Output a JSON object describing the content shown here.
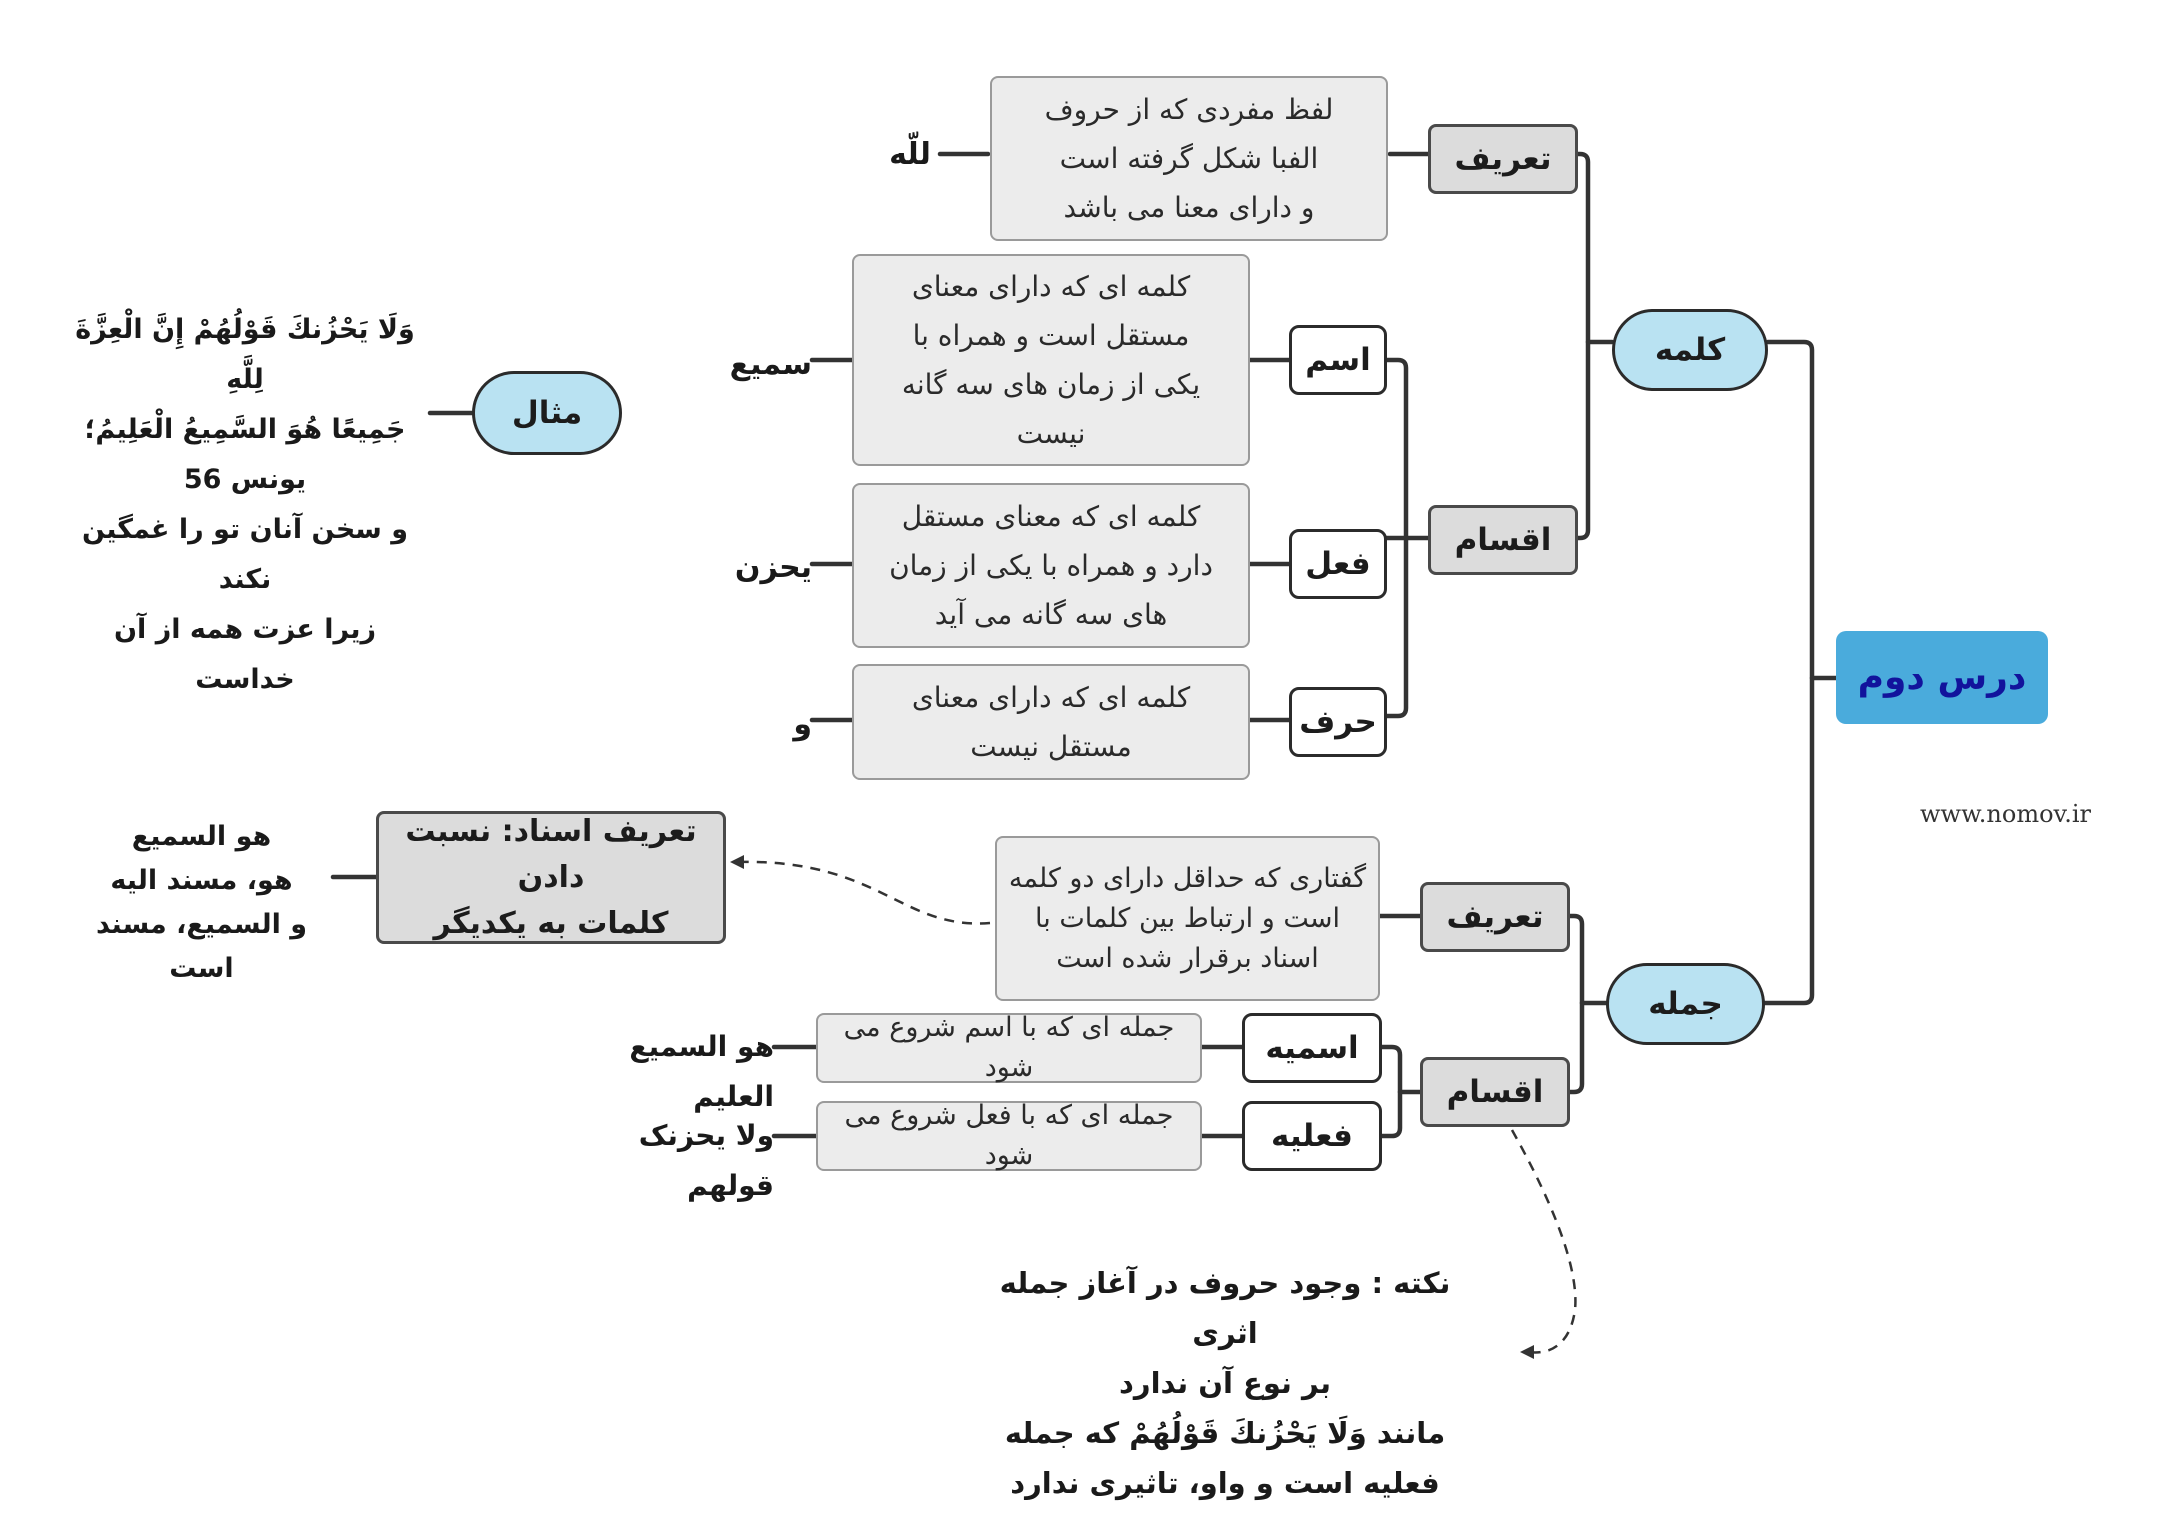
{
  "root": {
    "label": "درس دوم"
  },
  "kalame": {
    "label": "کلمه",
    "tarif": {
      "label": "تعریف",
      "description": "لفظ مفردی که از حروف\nالفبا شکل گرفته است\nو  دارای معنا می باشد",
      "example": "للّه"
    },
    "aqsam": {
      "label": "اقسام",
      "items": [
        {
          "label": "اسم",
          "description": "کلمه ای که دارای معنای\nمستقل است و همراه با\nیکی از زمان های سه گانه\nنیست",
          "example": "سمیع"
        },
        {
          "label": "فعل",
          "description": "کلمه ای که معنای مستقل\nدارد و همراه با یکی از زمان\nهای سه گانه می آید",
          "example": "یحزن"
        },
        {
          "label": "حرف",
          "description": "کلمه ای که دارای معنای\nمستقل نیست",
          "example": "و"
        }
      ]
    }
  },
  "misal": {
    "label": "مثال",
    "text": "وَلَا يَحْزُنكَ قَوْلُهُمْ إِنَّ الْعِزَّةَ لِلَّهِ\nجَمِيعًا هُوَ السَّمِيعُ الْعَلِيمُ؛\nیونس 56\nو سخن آنان تو را غمگین نکند\nزیرا عزت همه از آن خداست"
  },
  "jomle": {
    "label": "جمله",
    "tarif": {
      "label": "تعریف",
      "description": "گفتاری که حداقل دارای دو کلمه\nاست و ارتباط بین کلمات با\nاسناد برقرار شده است"
    },
    "esnad": {
      "label": "تعریف اسناد: نسبت دادن\nکلمات به یکدیگر",
      "example": "هو السمیع\nهو، مسند الیه\nو السمیع، مسند است"
    },
    "aqsam": {
      "label": "اقسام",
      "items": [
        {
          "label": "اسمیه",
          "description": "جمله ای که با اسم شروع می شود",
          "example": "هو السمیع العلیم"
        },
        {
          "label": "فعلیه",
          "description": "جمله ای که با فعل شروع می شود",
          "example": "ولا یحزنک قولهم"
        }
      ]
    },
    "nokte": "نکته : وجود حروف در آغاز جمله اثری\nبر نوع آن ندارد\nمانند وَلَا يَحْزُنكَ قَوْلُهُمْ که جمله\nفعلیه است و واو، تاثیری ندارد"
  },
  "watermark": "www.nomov.ir",
  "colors": {
    "root": "#4aabdc",
    "root_text": "#12139c",
    "pill": "#b9e2f2",
    "tag": "#dcdcdc",
    "desc": "#ececec",
    "line": "#333333"
  }
}
